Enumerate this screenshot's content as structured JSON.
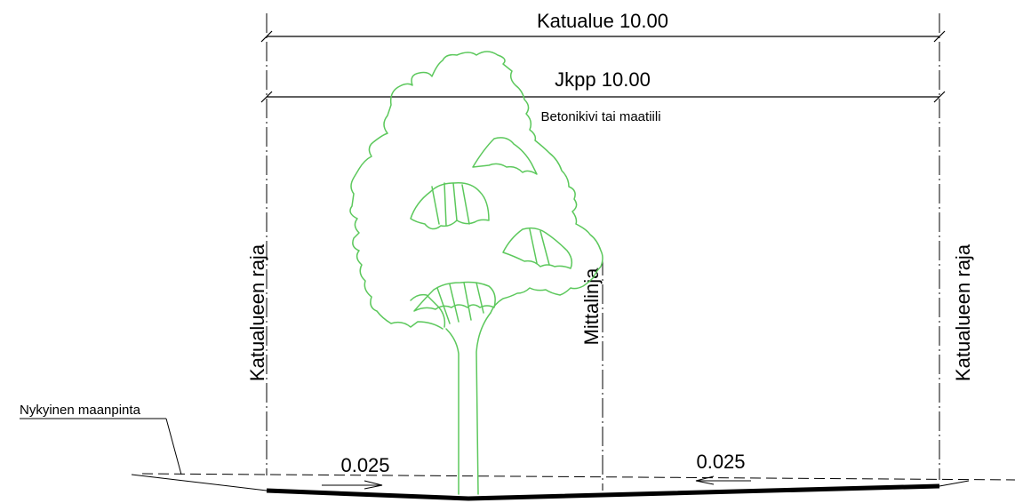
{
  "dimensions": {
    "katualue": "Katualue 10.00",
    "jkpp": "Jkpp 10.00"
  },
  "surface_material": "Betonikivi tai maatiili",
  "boundary_labels": {
    "left": "Katualueen raja",
    "right": "Katualueen raja"
  },
  "survey_line_label": "Mittalinja",
  "ground_label": "Nykyinen maanpinta",
  "slopes": {
    "left": "0.025",
    "right": "0.025"
  },
  "colors": {
    "ink": "#000000",
    "tree": "#5cc85c"
  }
}
